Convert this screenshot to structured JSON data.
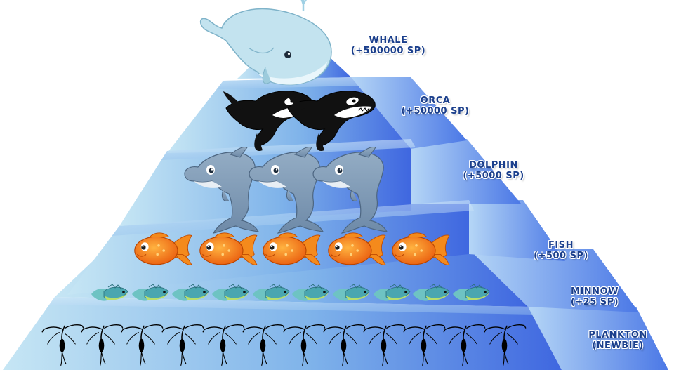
{
  "colors": {
    "front_light": "#c6e6f4",
    "front_dark": "#3f67e0",
    "side_light": "#a9cdf4",
    "side_dark": "#4b78e6",
    "label": "#1b3f8c"
  },
  "tiers": [
    {
      "name": "WHALE",
      "detail": "(+500000 SP)",
      "icon": "whale-icon",
      "count": 1
    },
    {
      "name": "ORCA",
      "detail": "(+50000 SP)",
      "icon": "orca-icon",
      "count": 2
    },
    {
      "name": "DOLPHIN",
      "detail": "(+5000 SP)",
      "icon": "dolphin-icon",
      "count": 3
    },
    {
      "name": "FISH",
      "detail": "(+500 SP)",
      "icon": "goldfish-icon",
      "count": 5
    },
    {
      "name": "MINNOW",
      "detail": "(+25 SP)",
      "icon": "minnow-icon",
      "count": 10
    },
    {
      "name": "PLANKTON",
      "detail": "(NEWBIE)",
      "icon": "plankton-icon",
      "count": 12
    }
  ]
}
